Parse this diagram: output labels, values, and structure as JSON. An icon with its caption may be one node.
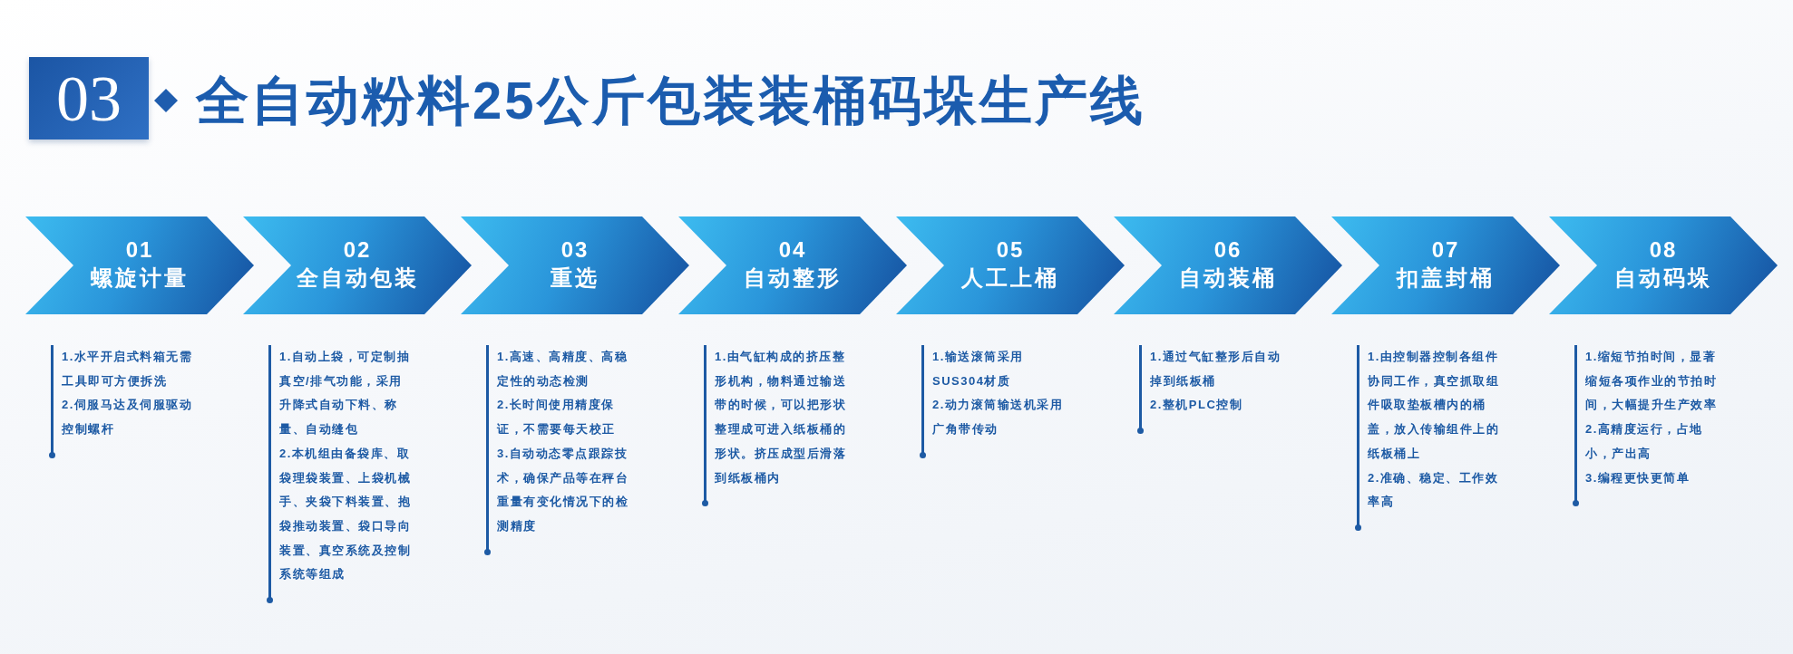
{
  "diagram": {
    "title": "全自动粉料25公斤包装装桶码垛生产线",
    "nodes": [
      {
        "text": [
          "03"
        ]
      },
      {
        "text": [
          "01",
          "螺旋计量"
        ],
        "beside": [
          "1.水平开启式料箱无需工具即可方便拆洗",
          "2.伺服马达及伺服驱动控制螺杆"
        ]
      },
      {
        "text": [
          "02",
          "全自动包装"
        ],
        "beside": [
          "1.自动上袋，可定制抽真空/排气功能，采用升降式自动下料、称量、自动缝包",
          "2.本机组由备袋库、取袋理袋装置、上袋机械手、夹袋下料装置、抱袋推动装置、袋口导向装置、真空系统及控制系统等组成"
        ]
      },
      {
        "text": [
          "03",
          "重选"
        ],
        "beside": [
          "1.高速、高精度、高稳定性的动态检测",
          "2.长时间使用精度保证，不需要每天校正",
          "3.自动动态零点跟踪技术，确保产品等在秤台重量有变化情况下的检测精度"
        ]
      },
      {
        "text": [
          "04",
          "自动整形"
        ],
        "beside": [
          "1.由气缸构成的挤压整形机构，物料通过输送带的时候，可以把形状整理成可进入纸板桶的形状。挤压成型后滑落到纸板桶内"
        ]
      },
      {
        "text": [
          "05",
          "人工上桶"
        ],
        "beside": [
          "1.输送滚筒采用SUS304材质",
          "2.动力滚筒输送机采用广角带传动"
        ]
      },
      {
        "text": [
          "06",
          "自动装桶"
        ],
        "beside": [
          "1.通过气缸整形后自动掉到纸板桶",
          "2.整机PLC控制"
        ]
      },
      {
        "text": [
          "07",
          "扣盖封桶"
        ],
        "beside": [
          "1.由控制器控制各组件协同工作，真空抓取组件吸取垫板槽内的桶盖，放入传输组件上的纸板桶上",
          "2.准确、稳定、工作效率高"
        ]
      },
      {
        "text": [
          "08",
          "自动码垛"
        ],
        "beside": [
          "1.缩短节拍时间，显著缩短各项作业的节拍时间，大幅提升生产效率",
          "2.高精度运行，占地小，产出高",
          "3.编程更快更简单"
        ]
      }
    ],
    "edges": [
      {
        "from": 1,
        "to": 2,
        "arrow": "to"
      },
      {
        "from": 2,
        "to": 3,
        "arrow": "to"
      },
      {
        "from": 3,
        "to": 4,
        "arrow": "to"
      },
      {
        "from": 4,
        "to": 5,
        "arrow": "to"
      },
      {
        "from": 5,
        "to": 6,
        "arrow": "to"
      },
      {
        "from": 6,
        "to": 7,
        "arrow": "to"
      },
      {
        "from": 7,
        "to": 8,
        "arrow": "to"
      }
    ]
  }
}
